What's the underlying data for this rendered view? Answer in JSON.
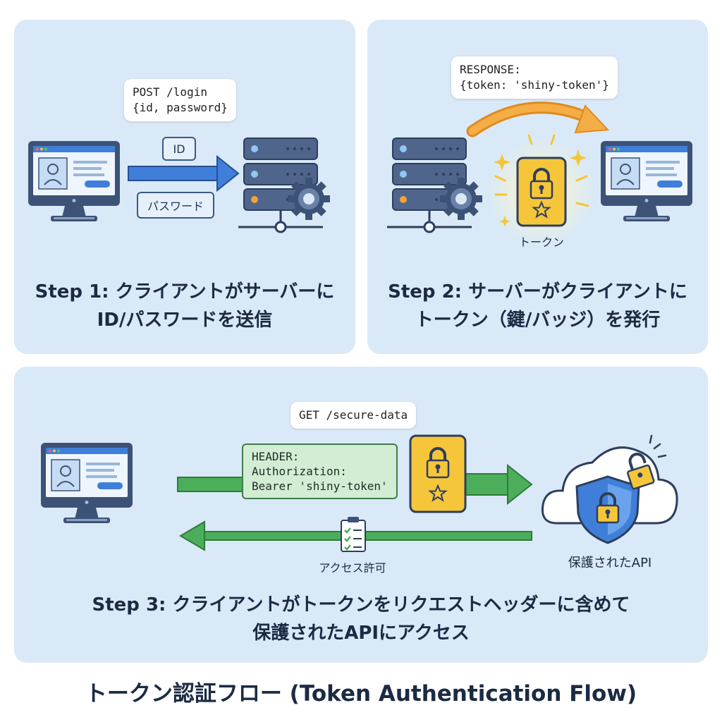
{
  "title": "トークン認証フロー (Token Authentication Flow)",
  "colors": {
    "panel_bg": "#d9e9f7",
    "blue_arrow": "#3f7fd9",
    "green_arrow": "#4cae5a",
    "orange_arrow": "#f2a33a",
    "token_gold": "#f5c534",
    "navy": "#3a5a85"
  },
  "step1": {
    "caption_line1": "Step 1: クライアントがサーバーに",
    "caption_line2": "ID/パスワードを送信",
    "request_line1": "POST /login",
    "request_line2": "{id, password}",
    "id_tag": "ID",
    "password_tag": "パスワード"
  },
  "step2": {
    "caption_line1": "Step 2: サーバーがクライアントに",
    "caption_line2": "トークン（鍵/バッジ）を発行",
    "response_line1": "RESPONSE:",
    "response_line2": "{token: 'shiny-token'}",
    "token_label": "トークン"
  },
  "step3": {
    "caption_line1": "Step 3: クライアントがトークンをリクエストヘッダーに含めて",
    "caption_line2": "保護されたAPIにアクセス",
    "request": "GET /secure-data",
    "header_line1": "HEADER:",
    "header_line2": "Authorization:",
    "header_line3": "Bearer 'shiny-token'",
    "access_label": "アクセス許可",
    "api_label": "保護されたAPI"
  },
  "icons": [
    "monitor-icon",
    "server-icon",
    "gear-icon",
    "token-card-icon",
    "lock-icon",
    "star-icon",
    "cloud-icon",
    "shield-icon",
    "open-lock-icon",
    "clipboard-check-icon"
  ]
}
